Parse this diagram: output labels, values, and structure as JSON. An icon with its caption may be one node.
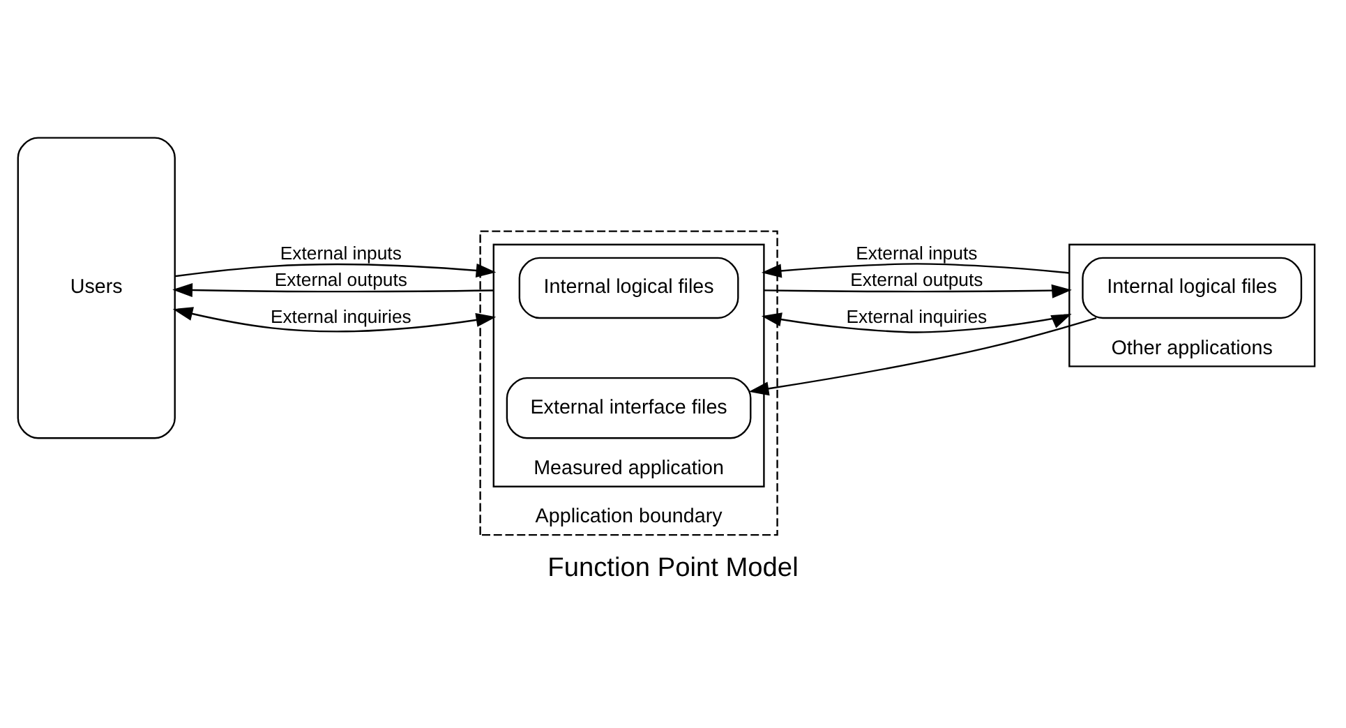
{
  "diagram": {
    "caption": "Function Point Model",
    "nodes": [
      {
        "text": [
          "Application boundary"
        ]
      },
      {
        "text": [
          "Users"
        ]
      },
      {
        "text": [
          "Measured application"
        ],
        "in": 0
      },
      {
        "text": [
          "Internal logical files"
        ],
        "in": 2
      },
      {
        "text": [
          "External interface files"
        ],
        "in": 2
      },
      {
        "text": [
          "Other applications"
        ]
      },
      {
        "text": [
          "Internal logical files"
        ],
        "in": 5
      }
    ],
    "edges": [
      {
        "from": 1,
        "to": 2,
        "arrow": "to",
        "label": "External inputs"
      },
      {
        "from": 2,
        "to": 1,
        "arrow": "to",
        "label": "External outputs"
      },
      {
        "from": 1,
        "to": 2,
        "arrow": "both",
        "label": "External inquiries"
      },
      {
        "from": 5,
        "to": 2,
        "arrow": "to",
        "label": "External inputs"
      },
      {
        "from": 2,
        "to": 5,
        "arrow": "to",
        "label": "External outputs"
      },
      {
        "from": 6,
        "to": 4,
        "arrow": "to"
      },
      {
        "from": 2,
        "to": 5,
        "arrow": "both",
        "label": "External inquiries"
      }
    ]
  }
}
